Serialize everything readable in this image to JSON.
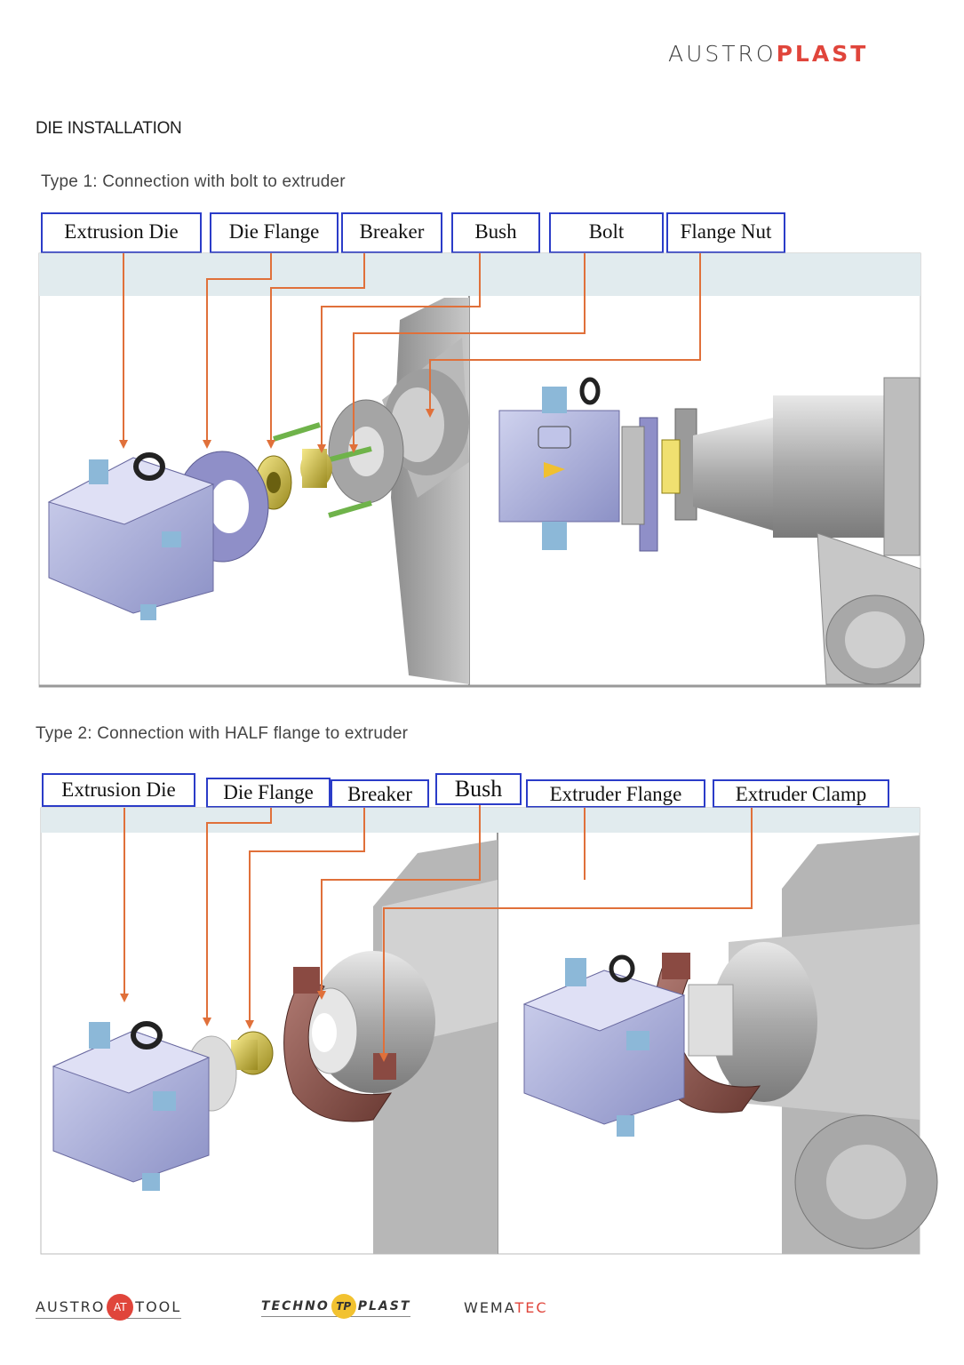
{
  "header": {
    "logo_part1": "AUSTRO",
    "logo_part2": "PLAST",
    "accent_color": "#e0453b"
  },
  "section_title": "DIE INSTALLATION",
  "type1": {
    "caption": "Type  1: Connection  with  bolt  to  extruder",
    "labels": [
      "Extrusion Die",
      "Die Flange",
      "Breaker",
      "Bush",
      "Bolt",
      "Flange Nut"
    ]
  },
  "type2": {
    "caption": "Type  2:   Connection  with  HALF  flange  to  extruder",
    "labels": [
      "Extrusion Die",
      "Die Flange",
      "Breaker",
      "Bush",
      "Extruder Flange",
      "Extruder Clamp"
    ]
  },
  "footer": {
    "austrotool_left": "AUSTRO",
    "austrotool_badge": "AT",
    "austrotool_right": "TOOL",
    "technoplast_left": "TECHNO",
    "technoplast_badge": "TP",
    "technoplast_right": "PLAST",
    "wematec_left": "WEMA",
    "wematec_right": "TEC"
  }
}
